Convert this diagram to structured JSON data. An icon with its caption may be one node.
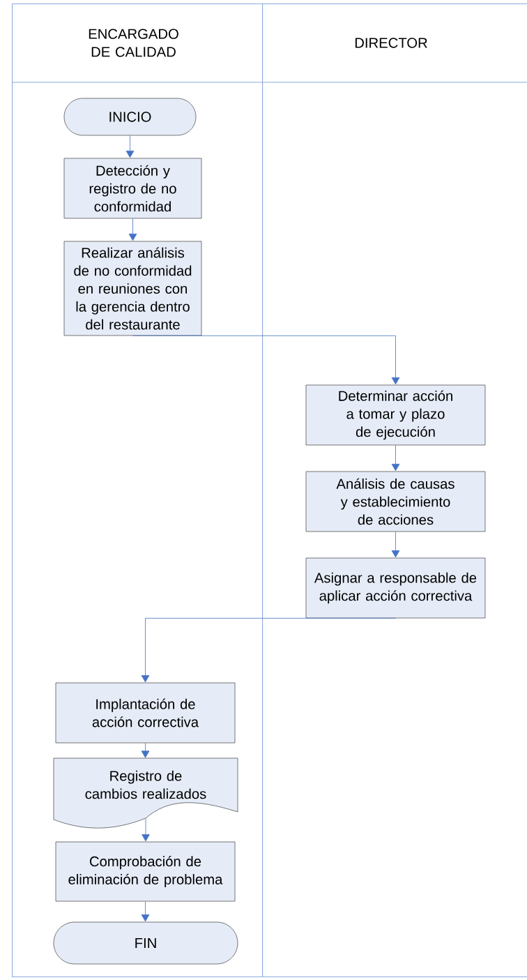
{
  "diagram": {
    "nodes": [
      {
        "text": [
          "ENCARGADO DE CALIDAD"
        ]
      },
      {
        "text": [
          "DIRECTOR"
        ]
      },
      {
        "text": [
          "INICIO"
        ],
        "in": 0
      },
      {
        "text": [
          "Detección y registro de no conformidad"
        ],
        "in": 0
      },
      {
        "text": [
          "Realizar análisis de no conformidad en reuniones con la gerencia dentro del restaurante"
        ],
        "in": 0
      },
      {
        "text": [
          "Determinar acción a tomar y plazo de ejecución"
        ],
        "in": 1
      },
      {
        "text": [
          "Análisis de causas y establecimiento de acciones"
        ],
        "in": 1
      },
      {
        "text": [
          "Asignar a responsable de aplicar acción correctiva"
        ],
        "in": 1
      },
      {
        "text": [
          "Implantación de acción correctiva"
        ],
        "in": 0
      },
      {
        "text": [
          "Registro de cambios realizados"
        ],
        "in": 0
      },
      {
        "text": [
          "Comprobación de eliminación de problema"
        ],
        "in": 0
      },
      {
        "text": [
          "FIN"
        ],
        "in": 0
      }
    ],
    "edges": [
      {
        "from": 2,
        "to": 3,
        "arrow": "to"
      },
      {
        "from": 3,
        "to": 4,
        "arrow": "to"
      },
      {
        "from": 4,
        "to": 5,
        "arrow": "to"
      },
      {
        "from": 5,
        "to": 6,
        "arrow": "to"
      },
      {
        "from": 6,
        "to": 7,
        "arrow": "to"
      },
      {
        "from": 7,
        "to": 8,
        "arrow": "to"
      },
      {
        "from": 8,
        "to": 9,
        "arrow": "to"
      },
      {
        "from": 9,
        "to": 10,
        "arrow": "to"
      },
      {
        "from": 10,
        "to": 11,
        "arrow": "to"
      }
    ]
  }
}
